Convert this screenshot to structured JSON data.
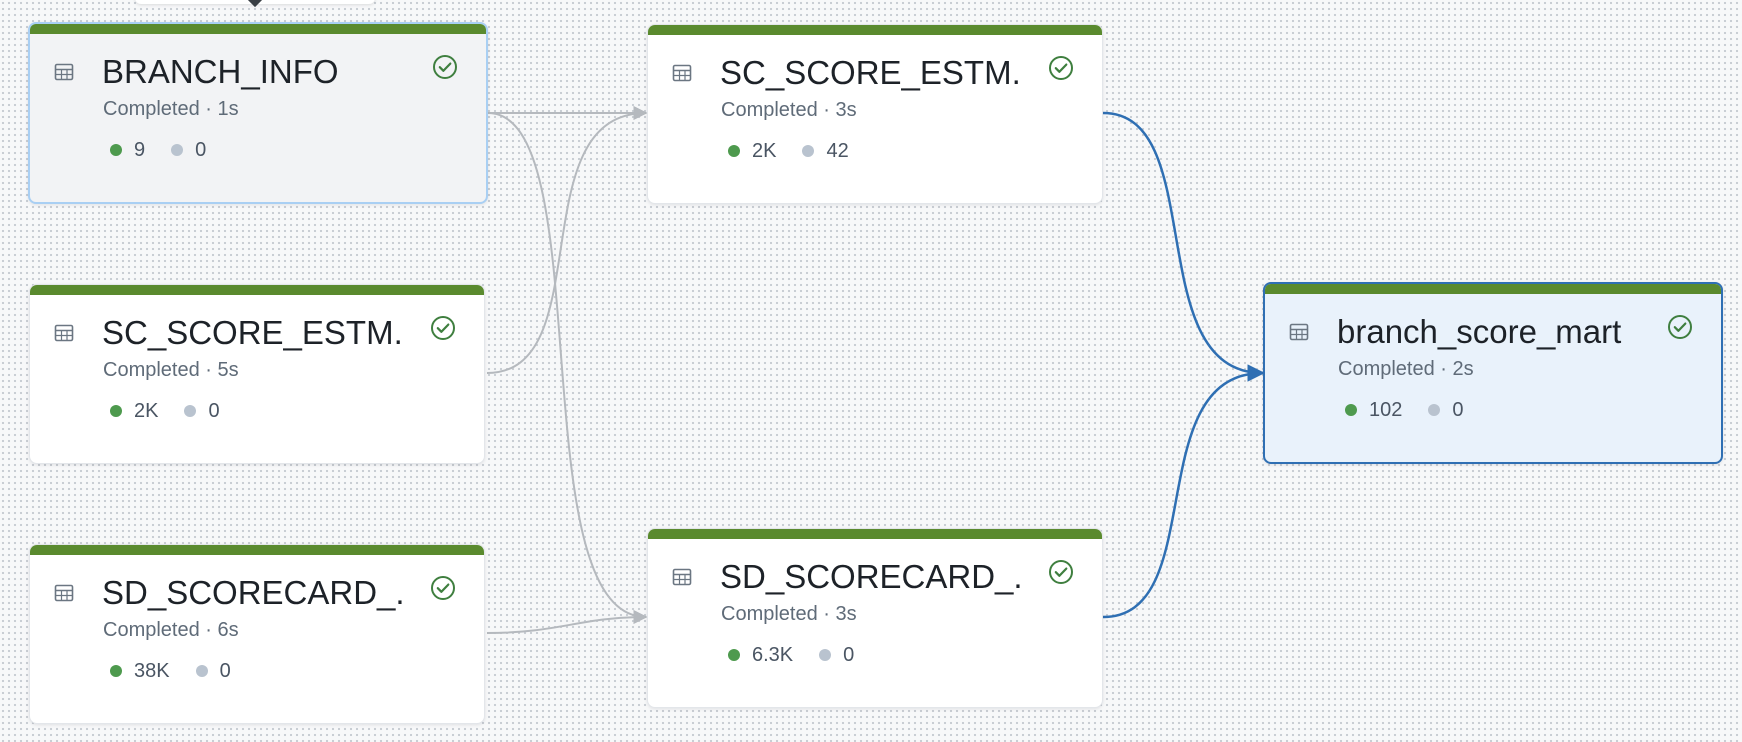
{
  "colors": {
    "success_bar": "#5a8a2e",
    "edge_default": "#b5b9be",
    "edge_selected": "#2f6fb3",
    "selected_border": "#2f6fb3",
    "hover_border": "#a9cff3",
    "dot_success": "#4e9a4e",
    "dot_other": "#b9c3cf"
  },
  "nodes": [
    {
      "id": "n1",
      "title": "BRANCH_INFO",
      "status": "Completed · 1s",
      "metric_a": "9",
      "metric_b": "0",
      "icon": "table-icon",
      "status_icon": "check-circle-icon",
      "state": "hovered"
    },
    {
      "id": "n2",
      "title": "SC_SCORE_ESTM...",
      "status": "Completed · 5s",
      "metric_a": "2K",
      "metric_b": "0",
      "icon": "table-icon",
      "status_icon": "check-circle-icon",
      "state": "default"
    },
    {
      "id": "n3",
      "title": "SD_SCORECARD_...",
      "status": "Completed · 6s",
      "metric_a": "38K",
      "metric_b": "0",
      "icon": "table-icon",
      "status_icon": "check-circle-icon",
      "state": "default"
    },
    {
      "id": "n4",
      "title": "SC_SCORE_ESTM...",
      "status": "Completed · 3s",
      "metric_a": "2K",
      "metric_b": "42",
      "icon": "table-icon",
      "status_icon": "check-circle-icon",
      "state": "default"
    },
    {
      "id": "n5",
      "title": "SD_SCORECARD_...",
      "status": "Completed · 3s",
      "metric_a": "6.3K",
      "metric_b": "0",
      "icon": "table-icon",
      "status_icon": "check-circle-icon",
      "state": "default"
    },
    {
      "id": "n6",
      "title": "branch_score_mart",
      "status": "Completed · 2s",
      "metric_a": "102",
      "metric_b": "0",
      "icon": "table-icon",
      "status_icon": "check-circle-icon",
      "state": "selected"
    }
  ],
  "edges": [
    {
      "from": "n1",
      "to": "n4",
      "style": "default"
    },
    {
      "from": "n1",
      "to": "n5",
      "style": "default"
    },
    {
      "from": "n2",
      "to": "n4",
      "style": "default"
    },
    {
      "from": "n3",
      "to": "n5",
      "style": "default"
    },
    {
      "from": "n4",
      "to": "n6",
      "style": "selected"
    },
    {
      "from": "n5",
      "to": "n6",
      "style": "selected"
    }
  ]
}
